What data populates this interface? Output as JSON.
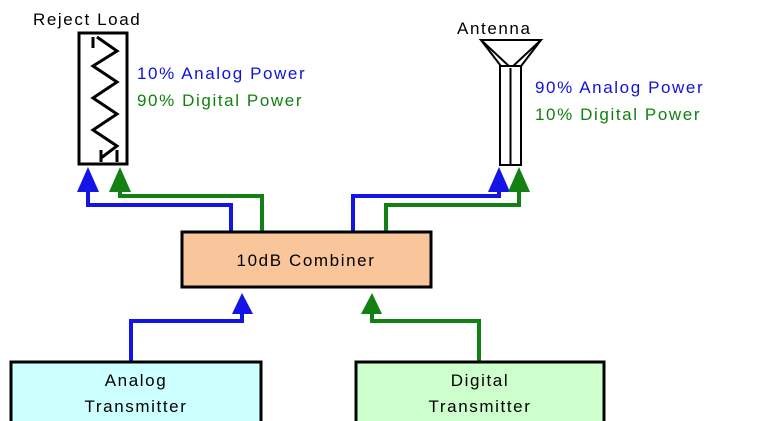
{
  "diagram": {
    "reject_load": {
      "label": "Reject Load",
      "analog_share": "10% Analog Power",
      "digital_share": "90% Digital Power"
    },
    "antenna": {
      "label": "Antenna",
      "analog_share": "90% Analog Power",
      "digital_share": "10% Digital Power"
    },
    "combiner": {
      "label": "10dB Combiner"
    },
    "analog_transmitter": {
      "line1": "Analog",
      "line2": "Transmitter"
    },
    "digital_transmitter": {
      "line1": "Digital",
      "line2": "Transmitter"
    }
  },
  "colors": {
    "analog_signal": "#1414e6",
    "digital_signal": "#128012",
    "analog_text": "#1212d8",
    "digital_text": "#118011",
    "combiner_fill": "#f9c69b",
    "analog_tx_fill": "#ccffff",
    "digital_tx_fill": "#ccffcc",
    "outline": "#000000"
  }
}
